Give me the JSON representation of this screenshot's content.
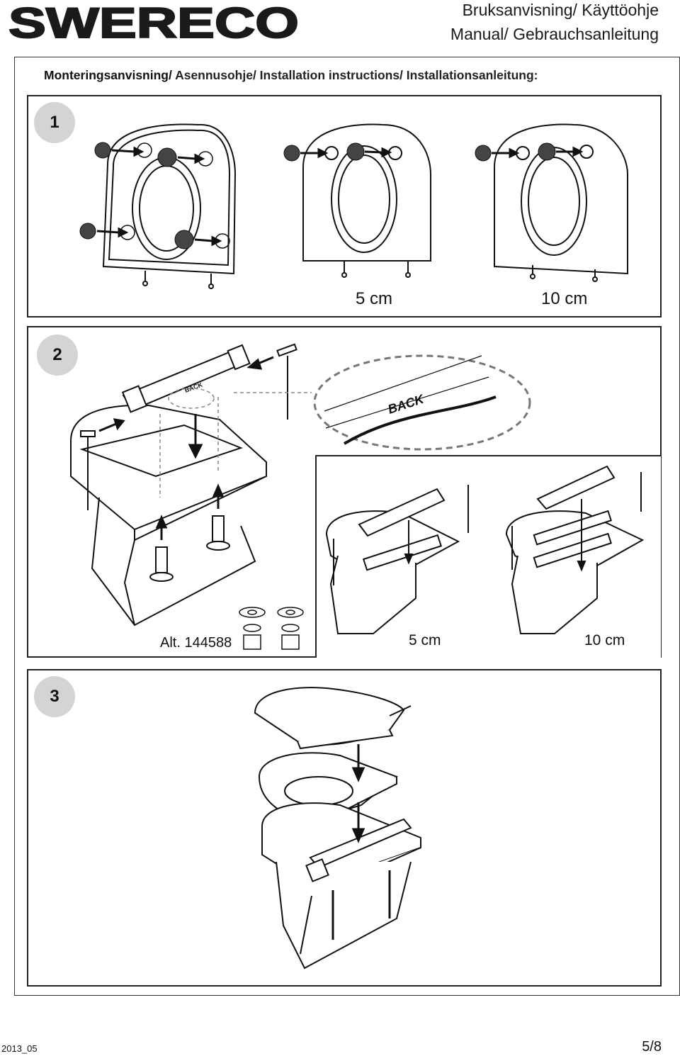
{
  "header": {
    "brand": "SWERECO",
    "title_line1": "Bruksanvisning/ Käyttöohje",
    "title_line2": "Manual/ Gebrauchsanleitung"
  },
  "subtitle": {
    "bold_part": "Monteringsanvisning/",
    "rest": " Asennusohje/ Installation instructions/ Installationsanleitung:"
  },
  "steps": {
    "step1": {
      "number": "1",
      "label_5cm": "5 cm",
      "label_10cm": "10 cm"
    },
    "step2": {
      "number": "2",
      "back_label": "BACK",
      "alt_label": "Alt. 144588",
      "label_5cm": "5 cm",
      "label_10cm": "10 cm"
    },
    "step3": {
      "number": "3"
    }
  },
  "footer": {
    "date_code": "2013_05",
    "page": "5/8"
  }
}
